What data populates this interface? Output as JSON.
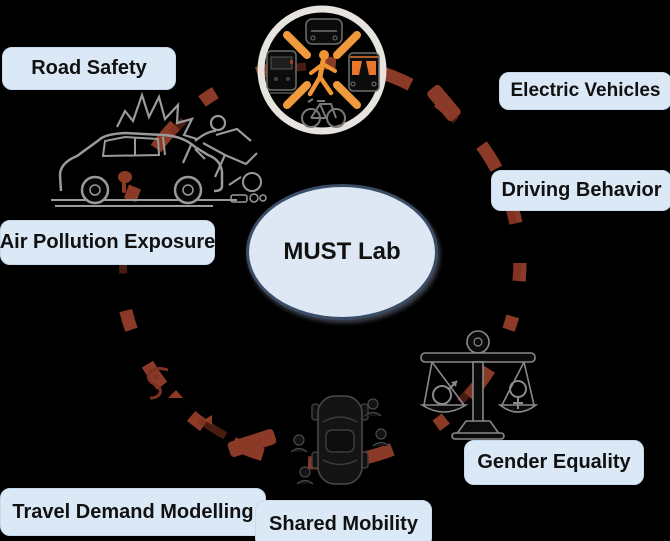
{
  "center": {
    "label": "MUST Lab"
  },
  "topics": [
    {
      "id": "road-safety",
      "label": "Road Safety"
    },
    {
      "id": "electric-vehicles",
      "label": "Electric Vehicles"
    },
    {
      "id": "driving-behavior",
      "label": "Driving Behavior"
    },
    {
      "id": "air-pollution-exposure",
      "label": "Air Pollution Exposure"
    },
    {
      "id": "gender-equality",
      "label": "Gender Equality"
    },
    {
      "id": "travel-demand-modelling",
      "label": "Travel Demand Modelling"
    },
    {
      "id": "shared-mobility",
      "label": "Shared Mobility"
    }
  ],
  "icons": [
    {
      "name": "multimodal-transport-hub-icon",
      "description": "circle with orange pedestrian linked to car, train, bus and bicycle"
    },
    {
      "name": "car-crash-icon",
      "description": "car with exhaust hitting a rider, crash burst above"
    },
    {
      "name": "gender-equality-scales-icon",
      "description": "balance scale holding male and female symbols"
    },
    {
      "name": "shared-mobility-car-icon",
      "description": "top-view car surrounded by people"
    }
  ],
  "ring": {
    "style": "hand-drawn dashed circle",
    "color": "#8a3a26"
  },
  "colors": {
    "background": "#000000",
    "label_background": "#dbe9f7",
    "label_border": "#c9daec",
    "label_text": "#111111",
    "center_fill": "#dde8f4",
    "center_border": "#3a4c66",
    "ring_dash": "#8a3a26",
    "hub_ring": "#e7e4df",
    "accent_orange": "#f09a3e",
    "icon_line": "#9a9a9a"
  }
}
